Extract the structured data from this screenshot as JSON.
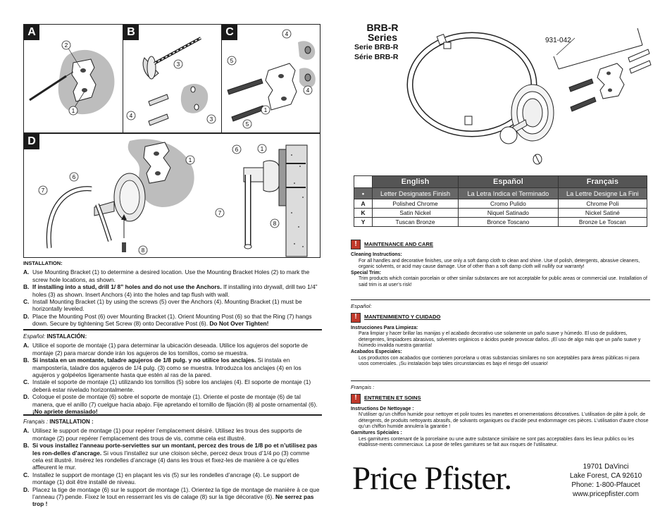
{
  "panels": {
    "a": "A",
    "b": "B",
    "c": "C",
    "d": "D"
  },
  "callouts": {
    "a": [
      "2",
      "1"
    ],
    "b": [
      "3",
      "4",
      "3"
    ],
    "c": [
      "4",
      "5",
      "4",
      "1",
      "5"
    ],
    "d": [
      "6",
      "7",
      "8",
      "1",
      "6",
      "1",
      "7",
      "8"
    ]
  },
  "installation_en": {
    "heading": "INSTALLATION:",
    "steps": [
      {
        "key": "A.",
        "text": "Use Mounting Bracket (1) to determine a desired location. Use the Mounting Bracket Holes (2) to mark the screw hole locations, as shown."
      },
      {
        "key": "B.",
        "lead": "If installing into a stud, drill 1/ 8” holes and do not use the Anchors.",
        "text": " If installing into drywall, drill two 1/4” holes (3) as shown.  Insert Anchors (4) into the holes and tap flush with wall."
      },
      {
        "key": "C.",
        "text": "Install Mounting Bracket (1) by using the screws (5) over the Anchors (4). Mounting Bracket (1) must be horizontally leveled."
      },
      {
        "key": "D.",
        "text": "Place the Mounting Post (6) over Mounting Bracket (1). Orient Mounting Post (6) so that the Ring (7) hangs down. Secure by tightening Set Screw (8) onto Decorative Post (6).",
        "tail": "Do Not Over Tighten!"
      }
    ]
  },
  "installation_es": {
    "lang": "Español:",
    "heading": "INSTALACIÓN:",
    "steps": [
      {
        "key": "A.",
        "text": "Utilice el soporte de montaje (1) para determinar la ubicación deseada. Utilice los agujeros del soporte de montaje (2) para marcar donde irán los agujeros de los tornillos, como se muestra."
      },
      {
        "key": "B.",
        "lead": "Si instala en un montante, taladre agujeros de 1/8 pulg. y no utilice los anclajes.",
        "text": " Si instala en mampostería, taladre dos agujeros de 1/4 pulg. (3) como se muestra. Introduzca los anclajes (4) en los agujeros y golpéelos ligeramente hasta que estén al ras de la pared."
      },
      {
        "key": "C.",
        "text": "Instale el soporte de montaje (1) utilizando los tornillos (5) sobre los anclajes (4). El soporte de montaje (1) deberá estar nivelado horizontalmente."
      },
      {
        "key": "D.",
        "text": "Coloque el poste de montaje (6) sobre el soporte de montaje (1). Oriente el poste de montaje (6) de tal manera, que el anillo (7) cuelgue hacia abajo. Fije apretando el tornillo de fijación (8) al poste ornamental (6).",
        "tail": "¡No apriete demasiado!"
      }
    ]
  },
  "installation_fr": {
    "lang": "Français :",
    "heading": "INSTALLATION :",
    "steps": [
      {
        "key": "A.",
        "text": "Utilisez le support de montage (1) pour repérer l’emplacement désiré. Utilisez les trous des supports de montage (2) pour repérer l’emplacement des trous de vis, comme cela est illustré."
      },
      {
        "key": "B.",
        "lead": "Si vous installez l’anneau porte-serviettes sur un montant, percez des trous de 1/8 po et n’utilisez pas les ron-delles d’ancrage.",
        "text": " Si vous l’installez sur une cloison sèche, percez deux trous d’1/4 po (3) comme cela est illustré. Insérez les rondelles d’ancrage (4) dans les trous et fixez-les de manière à ce qu’elles affleurent le mur."
      },
      {
        "key": "C.",
        "text": "Installez le support de montage (1) en plaçant les vis (5) sur les rondelles d’ancrage (4). Le support de montage (1) doit être installé de niveau."
      },
      {
        "key": "D.",
        "text": "Placez la tige de montage (6) sur le support de montage (1). Orientez la tige de montage de manière à ce que l’anneau (7) pende. Fixez le tout en resserrant les vis de calage (8) sur la tige décorative (6).",
        "tail": "Ne serrez pas trop !"
      }
    ]
  },
  "product": {
    "series": "BRB-R",
    "series_word": "Series",
    "series_es": "Serie BRB-R",
    "series_fr": "Série BRB-R",
    "part_number": "931-042"
  },
  "finish_table": {
    "headers": [
      "English",
      "Español",
      "Français"
    ],
    "bullet": "•",
    "subheaders": [
      "Letter Designates Finish",
      "La Letra Indica el Terminado",
      "La Lettre Designe La Fini"
    ],
    "rows": [
      {
        "code": "A",
        "en": "Polished Chrome",
        "es": "Cromo Pulido",
        "fr": "Chrome Poli"
      },
      {
        "code": "K",
        "en": "Satin Nickel",
        "es": "Niquel Satinado",
        "fr": "Nickel Satiné"
      },
      {
        "code": "Y",
        "en": "Tuscan Bronze",
        "es": "Bronce Toscano",
        "fr": "Bronze Le Toscan"
      }
    ]
  },
  "care_en": {
    "heading": "MAINTENANCE AND CARE",
    "sub1": "Cleaning Instructions:",
    "body1": "For all handles and decorative finishes, use only a soft damp cloth to clean and shine. Use of polish, detergents, abrasive cleaners, organic solvents, or acid may cause damage. Use of other than a soft damp cloth will nullify our warranty!",
    "sub2": "Special Trim:",
    "body2": "Trim products which contain porcelain or other similar substances are not acceptable for public areas or commercial use. Installation of said trim is at user’s risk!"
  },
  "care_es": {
    "lang": "Español:",
    "heading": "MANTENIMIENTO Y CUIDADO",
    "sub1": "Instrucciones Para Limpieza:",
    "body1": "Para limpiar y hacer brillar las manijas y el acabado decorativo use solamente un paño suave y húmedo. El uso de pulidores, detergentes, limpiadores abrasivos, solventes orgánicos o ácidos puede provocar daños. ¡El uso de algo más que un paño suave y húmedo invalida nuestra garantía!",
    "sub2": "Acabados Especiales:",
    "body2": "Los productos con acabados que contienen porcelana u otras substancias similares no son aceptables para áreas públicas ni para usos comerciales. ¡Su instalación bajo tales circunstancias es bajo el riesgo del usuario!"
  },
  "care_fr": {
    "lang": "Français :",
    "heading": "ENTRETIEN ET SOINS",
    "sub1": "Instructions De Nettoyage :",
    "body1": "N’utiliser qu’un chiffon humide pour nettoyer et polir toutes les manettes et ornementations décoratives. L’utilisation de pâte à polir, de détergents, de produits nettoyants abrasifs, de solvants organiques ou d’acide peut endommager ces pièces. L’utilisation d’autre chose qu’un chiffon humide annulera la garantie !",
    "sub2": "Garnitures Spéciales :",
    "body2": "Les garnitures contenant de la porcelaine ou une autre substance similaire ne sont pas acceptables dans les lieux publics ou les établisse-ments commerciaux. La pose de telles garnitures se fait aux risques de l’utilisateur."
  },
  "brand": {
    "logo": "Price Pfister.",
    "address1": "19701 DaVinci",
    "address2": "Lake Forest, CA  92610",
    "phone": "Phone: 1-800-Pfaucet",
    "web": "www.pricepfister.com"
  },
  "colors": {
    "ink": "#111111",
    "shade": "#bdbdbd",
    "warn": "#c0392b",
    "header_bg": "#555555"
  }
}
